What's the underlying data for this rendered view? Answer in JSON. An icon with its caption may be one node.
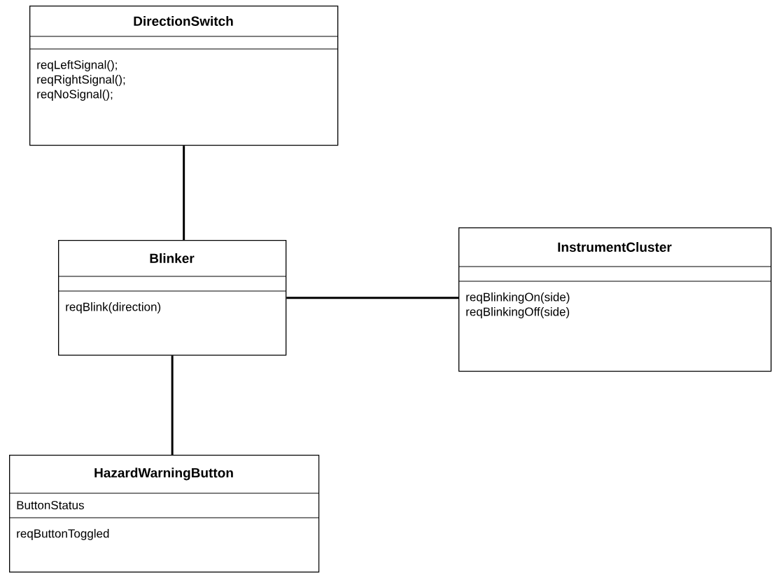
{
  "diagram": {
    "nodes": [
      {
        "text": [
          "DirectionSwitch",
          "reqLeftSignal();",
          "reqRightSignal();",
          "reqNoSignal();"
        ]
      },
      {
        "text": [
          "Blinker",
          "reqBlink(direction)"
        ]
      },
      {
        "text": [
          "InstrumentCluster",
          "reqBlinkingOn(side)",
          "reqBlinkingOff(side)"
        ]
      },
      {
        "text": [
          "HazardWarningButton",
          "ButtonStatus",
          "reqButtonToggled"
        ]
      }
    ],
    "edges": [
      {
        "from": 0,
        "to": 1,
        "arrow": "none"
      },
      {
        "from": 1,
        "to": 2,
        "arrow": "none"
      },
      {
        "from": 1,
        "to": 3,
        "arrow": "none"
      }
    ]
  }
}
